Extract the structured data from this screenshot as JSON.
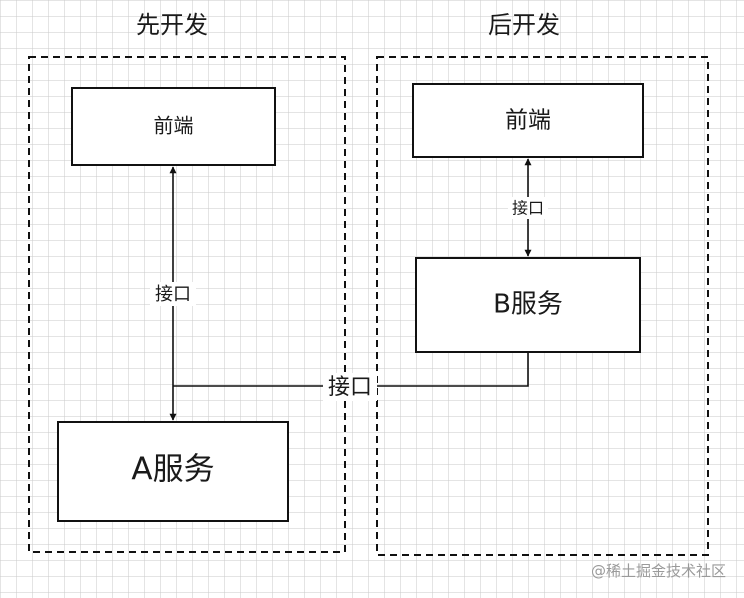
{
  "groups": {
    "first": {
      "title": "先开发"
    },
    "later": {
      "title": "后开发"
    }
  },
  "nodes": {
    "frontend_left": "前端",
    "service_a": "A服务",
    "frontend_right": "前端",
    "service_b": "B服务"
  },
  "edges": {
    "left_interface": "接口",
    "right_interface": "接口",
    "cross_interface": "接口"
  },
  "watermark": "@稀土掘金技术社区"
}
